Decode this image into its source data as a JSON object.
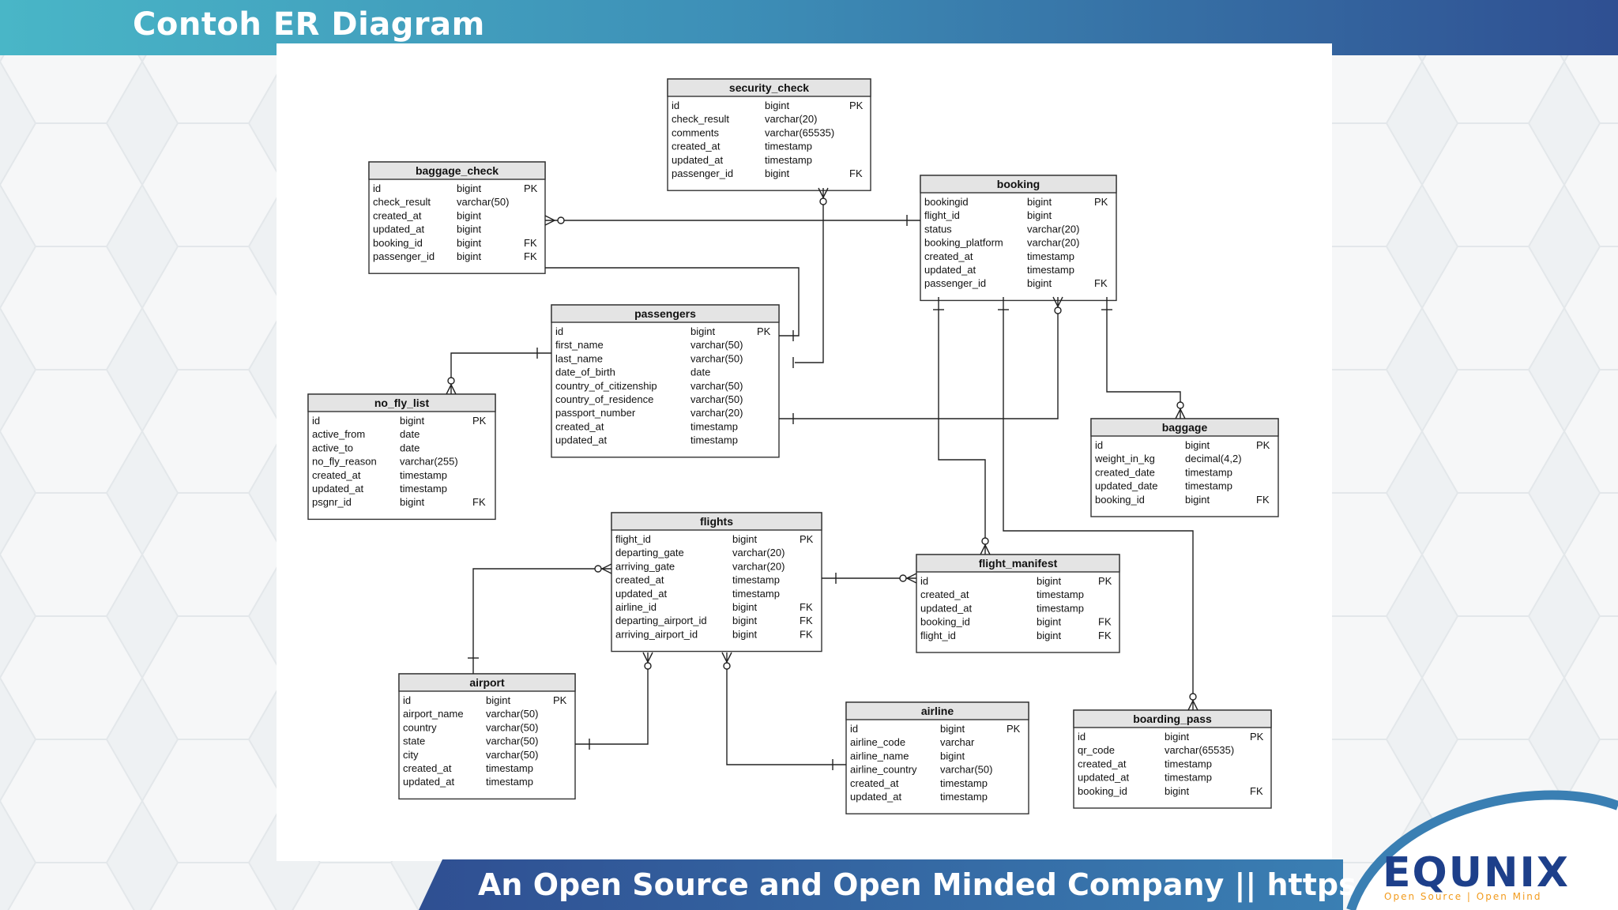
{
  "title": "Contoh ER Diagram",
  "footer": "An Open Source and Open Minded Company || https://equnix.asia",
  "logo": {
    "name": "EQUNIX",
    "tagline": "Open Source | Open Mind"
  },
  "colors": {
    "accent_left": "#49b6c7",
    "accent_right": "#2f4f92",
    "logo_blue": "#1d3f8a",
    "logo_orange": "#f29b1d"
  },
  "entities": [
    {
      "id": "security_check",
      "name": "security_check",
      "columns": [
        [
          "id",
          "bigint",
          "PK"
        ],
        [
          "check_result",
          "varchar(20)",
          ""
        ],
        [
          "comments",
          "varchar(65535)",
          ""
        ],
        [
          "created_at",
          "timestamp",
          ""
        ],
        [
          "updated_at",
          "timestamp",
          ""
        ],
        [
          "passenger_id",
          "bigint",
          "FK"
        ]
      ]
    },
    {
      "id": "baggage_check",
      "name": "baggage_check",
      "columns": [
        [
          "id",
          "bigint",
          "PK"
        ],
        [
          "check_result",
          "varchar(50)",
          ""
        ],
        [
          "created_at",
          "bigint",
          ""
        ],
        [
          "updated_at",
          "bigint",
          ""
        ],
        [
          "booking_id",
          "bigint",
          "FK"
        ],
        [
          "passenger_id",
          "bigint",
          "FK"
        ]
      ]
    },
    {
      "id": "booking",
      "name": "booking",
      "columns": [
        [
          "bookingid",
          "bigint",
          "PK"
        ],
        [
          "flight_id",
          "bigint",
          ""
        ],
        [
          "status",
          "varchar(20)",
          ""
        ],
        [
          "booking_platform",
          "varchar(20)",
          ""
        ],
        [
          "created_at",
          "timestamp",
          ""
        ],
        [
          "updated_at",
          "timestamp",
          ""
        ],
        [
          "passenger_id",
          "bigint",
          "FK"
        ]
      ]
    },
    {
      "id": "passengers",
      "name": "passengers",
      "columns": [
        [
          "id",
          "bigint",
          "PK"
        ],
        [
          "first_name",
          "varchar(50)",
          ""
        ],
        [
          "last_name",
          "varchar(50)",
          ""
        ],
        [
          "date_of_birth",
          "date",
          ""
        ],
        [
          "country_of_citizenship",
          "varchar(50)",
          ""
        ],
        [
          "country_of_residence",
          "varchar(50)",
          ""
        ],
        [
          "passport_number",
          "varchar(20)",
          ""
        ],
        [
          "created_at",
          "timestamp",
          ""
        ],
        [
          "updated_at",
          "timestamp",
          ""
        ]
      ]
    },
    {
      "id": "no_fly_list",
      "name": "no_fly_list",
      "columns": [
        [
          "id",
          "bigint",
          "PK"
        ],
        [
          "active_from",
          "date",
          ""
        ],
        [
          "active_to",
          "date",
          ""
        ],
        [
          "no_fly_reason",
          "varchar(255)",
          ""
        ],
        [
          "created_at",
          "timestamp",
          ""
        ],
        [
          "updated_at",
          "timestamp",
          ""
        ],
        [
          "psgnr_id",
          "bigint",
          "FK"
        ]
      ]
    },
    {
      "id": "baggage",
      "name": "baggage",
      "columns": [
        [
          "id",
          "bigint",
          "PK"
        ],
        [
          "weight_in_kg",
          "decimal(4,2)",
          ""
        ],
        [
          "created_date",
          "timestamp",
          ""
        ],
        [
          "updated_date",
          "timestamp",
          ""
        ],
        [
          "booking_id",
          "bigint",
          "FK"
        ]
      ]
    },
    {
      "id": "flights",
      "name": "flights",
      "columns": [
        [
          "flight_id",
          "bigint",
          "PK"
        ],
        [
          "departing_gate",
          "varchar(20)",
          ""
        ],
        [
          "arriving_gate",
          "varchar(20)",
          ""
        ],
        [
          "created_at",
          "timestamp",
          ""
        ],
        [
          "updated_at",
          "timestamp",
          ""
        ],
        [
          "airline_id",
          "bigint",
          "FK"
        ],
        [
          "departing_airport_id",
          "bigint",
          "FK"
        ],
        [
          "arriving_airport_id",
          "bigint",
          "FK"
        ]
      ]
    },
    {
      "id": "flight_manifest",
      "name": "flight_manifest",
      "columns": [
        [
          "id",
          "bigint",
          "PK"
        ],
        [
          "created_at",
          "timestamp",
          ""
        ],
        [
          "updated_at",
          "timestamp",
          ""
        ],
        [
          "booking_id",
          "bigint",
          "FK"
        ],
        [
          "flight_id",
          "bigint",
          "FK"
        ]
      ]
    },
    {
      "id": "airport",
      "name": "airport",
      "columns": [
        [
          "id",
          "bigint",
          "PK"
        ],
        [
          "airport_name",
          "varchar(50)",
          ""
        ],
        [
          "country",
          "varchar(50)",
          ""
        ],
        [
          "state",
          "varchar(50)",
          ""
        ],
        [
          "city",
          "varchar(50)",
          ""
        ],
        [
          "created_at",
          "timestamp",
          ""
        ],
        [
          "updated_at",
          "timestamp",
          ""
        ]
      ]
    },
    {
      "id": "airline",
      "name": "airline",
      "columns": [
        [
          "id",
          "bigint",
          "PK"
        ],
        [
          "airline_code",
          "varchar",
          ""
        ],
        [
          "airline_name",
          "bigint",
          ""
        ],
        [
          "airline_country",
          "varchar(50)",
          ""
        ],
        [
          "created_at",
          "timestamp",
          ""
        ],
        [
          "updated_at",
          "timestamp",
          ""
        ]
      ]
    },
    {
      "id": "boarding_pass",
      "name": "boarding_pass",
      "columns": [
        [
          "id",
          "bigint",
          "PK"
        ],
        [
          "qr_code",
          "varchar(65535)",
          ""
        ],
        [
          "created_at",
          "timestamp",
          ""
        ],
        [
          "updated_at",
          "timestamp",
          ""
        ],
        [
          "booking_id",
          "bigint",
          "FK"
        ]
      ]
    }
  ]
}
